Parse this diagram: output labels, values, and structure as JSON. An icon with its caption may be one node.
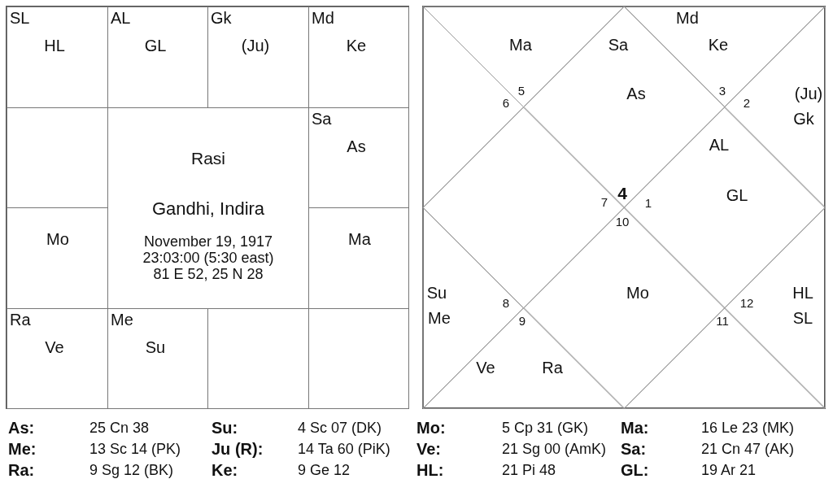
{
  "diagram": {
    "nodes": [
      {
        "text": [
          "SL",
          "HL"
        ]
      },
      {
        "text": [
          "AL",
          "GL"
        ]
      },
      {
        "text": [
          "Gk",
          "(Ju)"
        ]
      },
      {
        "text": [
          "Md",
          "Ke"
        ]
      },
      {
        "text": [],
        "shape": "box"
      },
      {
        "text": [
          "Rasi",
          "Gandhi, Indira",
          "November 19, 1917 23:03:00 (5:30 east) 81 E 52, 25 N 28"
        ]
      },
      {
        "text": [
          "Sa",
          "As"
        ]
      },
      {
        "text": [
          "Mo"
        ]
      },
      {
        "text": [
          "Ma"
        ]
      },
      {
        "text": [
          "Ra",
          "Ve"
        ]
      },
      {
        "text": [
          "Me",
          "Su"
        ]
      },
      {
        "text": [],
        "shape": "box"
      },
      {
        "text": [],
        "shape": "box"
      },
      {
        "text": [
          "Ma",
          "5"
        ]
      },
      {
        "text": [
          "Sa",
          "As",
          "4"
        ]
      },
      {
        "text": [
          "Md",
          "Ke",
          "3"
        ]
      },
      {
        "text": [
          "6"
        ]
      },
      {
        "text": [
          "(Ju)",
          "2",
          "Gk"
        ]
      },
      {
        "text": [
          "7"
        ]
      },
      {
        "text": [
          "AL",
          "GL",
          "1"
        ]
      },
      {
        "text": [
          "Su",
          "8",
          "Me"
        ]
      },
      {
        "text": [
          "10",
          "Mo"
        ]
      },
      {
        "text": [
          "HL",
          "12",
          "SL"
        ]
      },
      {
        "text": [
          "9",
          "Ve",
          "Ra"
        ]
      },
      {
        "text": [
          "11"
        ]
      }
    ],
    "labels": [
      "As:",
      "25 Cn 38",
      "Su:",
      "4 Sc 07 (DK)",
      "Mo:",
      "5 Cp 31 (GK)",
      "Ma:",
      "16 Le 23 (MK)",
      "Me:",
      "13 Sc 14 (PK)",
      "Ju (R):",
      "14 Ta 60 (PiK)",
      "Ve:",
      "21 Sg 00 (AmK)",
      "Sa:",
      "21 Cn 47 (AK)",
      "Ra:",
      "9 Sg 12 (BK)",
      "Ke:",
      "9 Ge 12",
      "HL:",
      "21 Pi 48",
      "GL:",
      "19 Ar 21"
    ]
  }
}
